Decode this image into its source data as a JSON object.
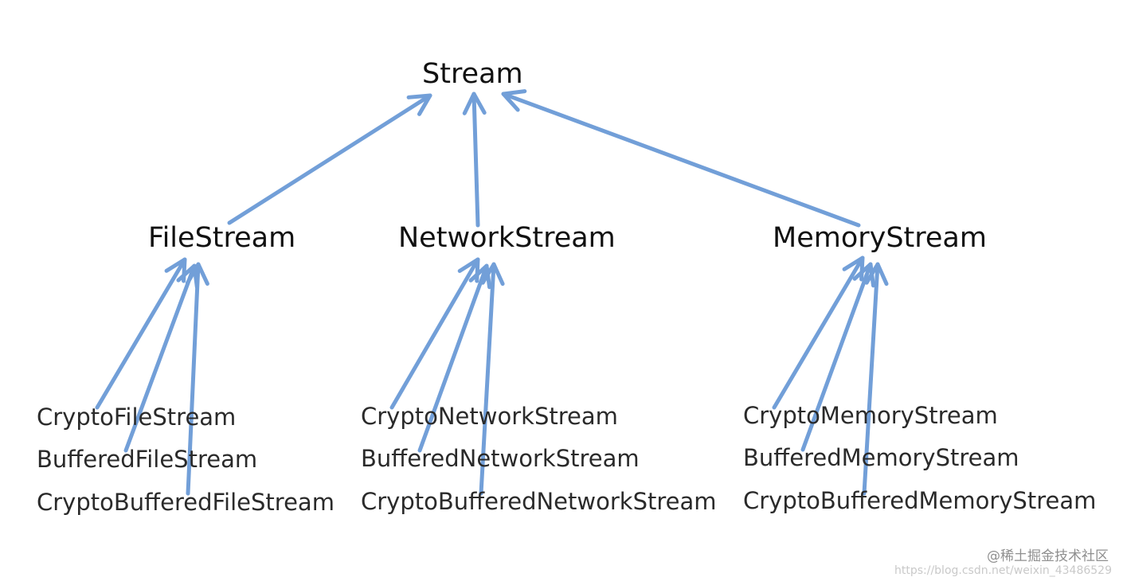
{
  "root": {
    "label": "Stream"
  },
  "streams": [
    {
      "label": "FileStream",
      "variants": [
        "CryptoFileStream",
        "BufferedFileStream",
        "CryptoBufferedFileStream"
      ]
    },
    {
      "label": "NetworkStream",
      "variants": [
        "CryptoNetworkStream",
        "BufferedNetworkStream",
        "CryptoBufferedNetworkStream"
      ]
    },
    {
      "label": "MemoryStream",
      "variants": [
        "CryptoMemoryStream",
        "BufferedMemoryStream",
        "CryptoBufferedMemoryStream"
      ]
    }
  ],
  "edges": [
    {
      "from": "FileStream",
      "to": "Stream"
    },
    {
      "from": "NetworkStream",
      "to": "Stream"
    },
    {
      "from": "MemoryStream",
      "to": "Stream"
    },
    {
      "from": "CryptoFileStream",
      "to": "FileStream"
    },
    {
      "from": "BufferedFileStream",
      "to": "FileStream"
    },
    {
      "from": "CryptoBufferedFileStream",
      "to": "FileStream"
    },
    {
      "from": "CryptoNetworkStream",
      "to": "NetworkStream"
    },
    {
      "from": "BufferedNetworkStream",
      "to": "NetworkStream"
    },
    {
      "from": "CryptoBufferedNetworkStream",
      "to": "NetworkStream"
    },
    {
      "from": "CryptoMemoryStream",
      "to": "MemoryStream"
    },
    {
      "from": "BufferedMemoryStream",
      "to": "MemoryStream"
    },
    {
      "from": "CryptoBufferedMemoryStream",
      "to": "MemoryStream"
    }
  ],
  "arrow_color": "#729fd8",
  "watermark": {
    "line1": "@稀土掘金技术社区",
    "line2": "https://blog.csdn.net/weixin_43486529"
  }
}
